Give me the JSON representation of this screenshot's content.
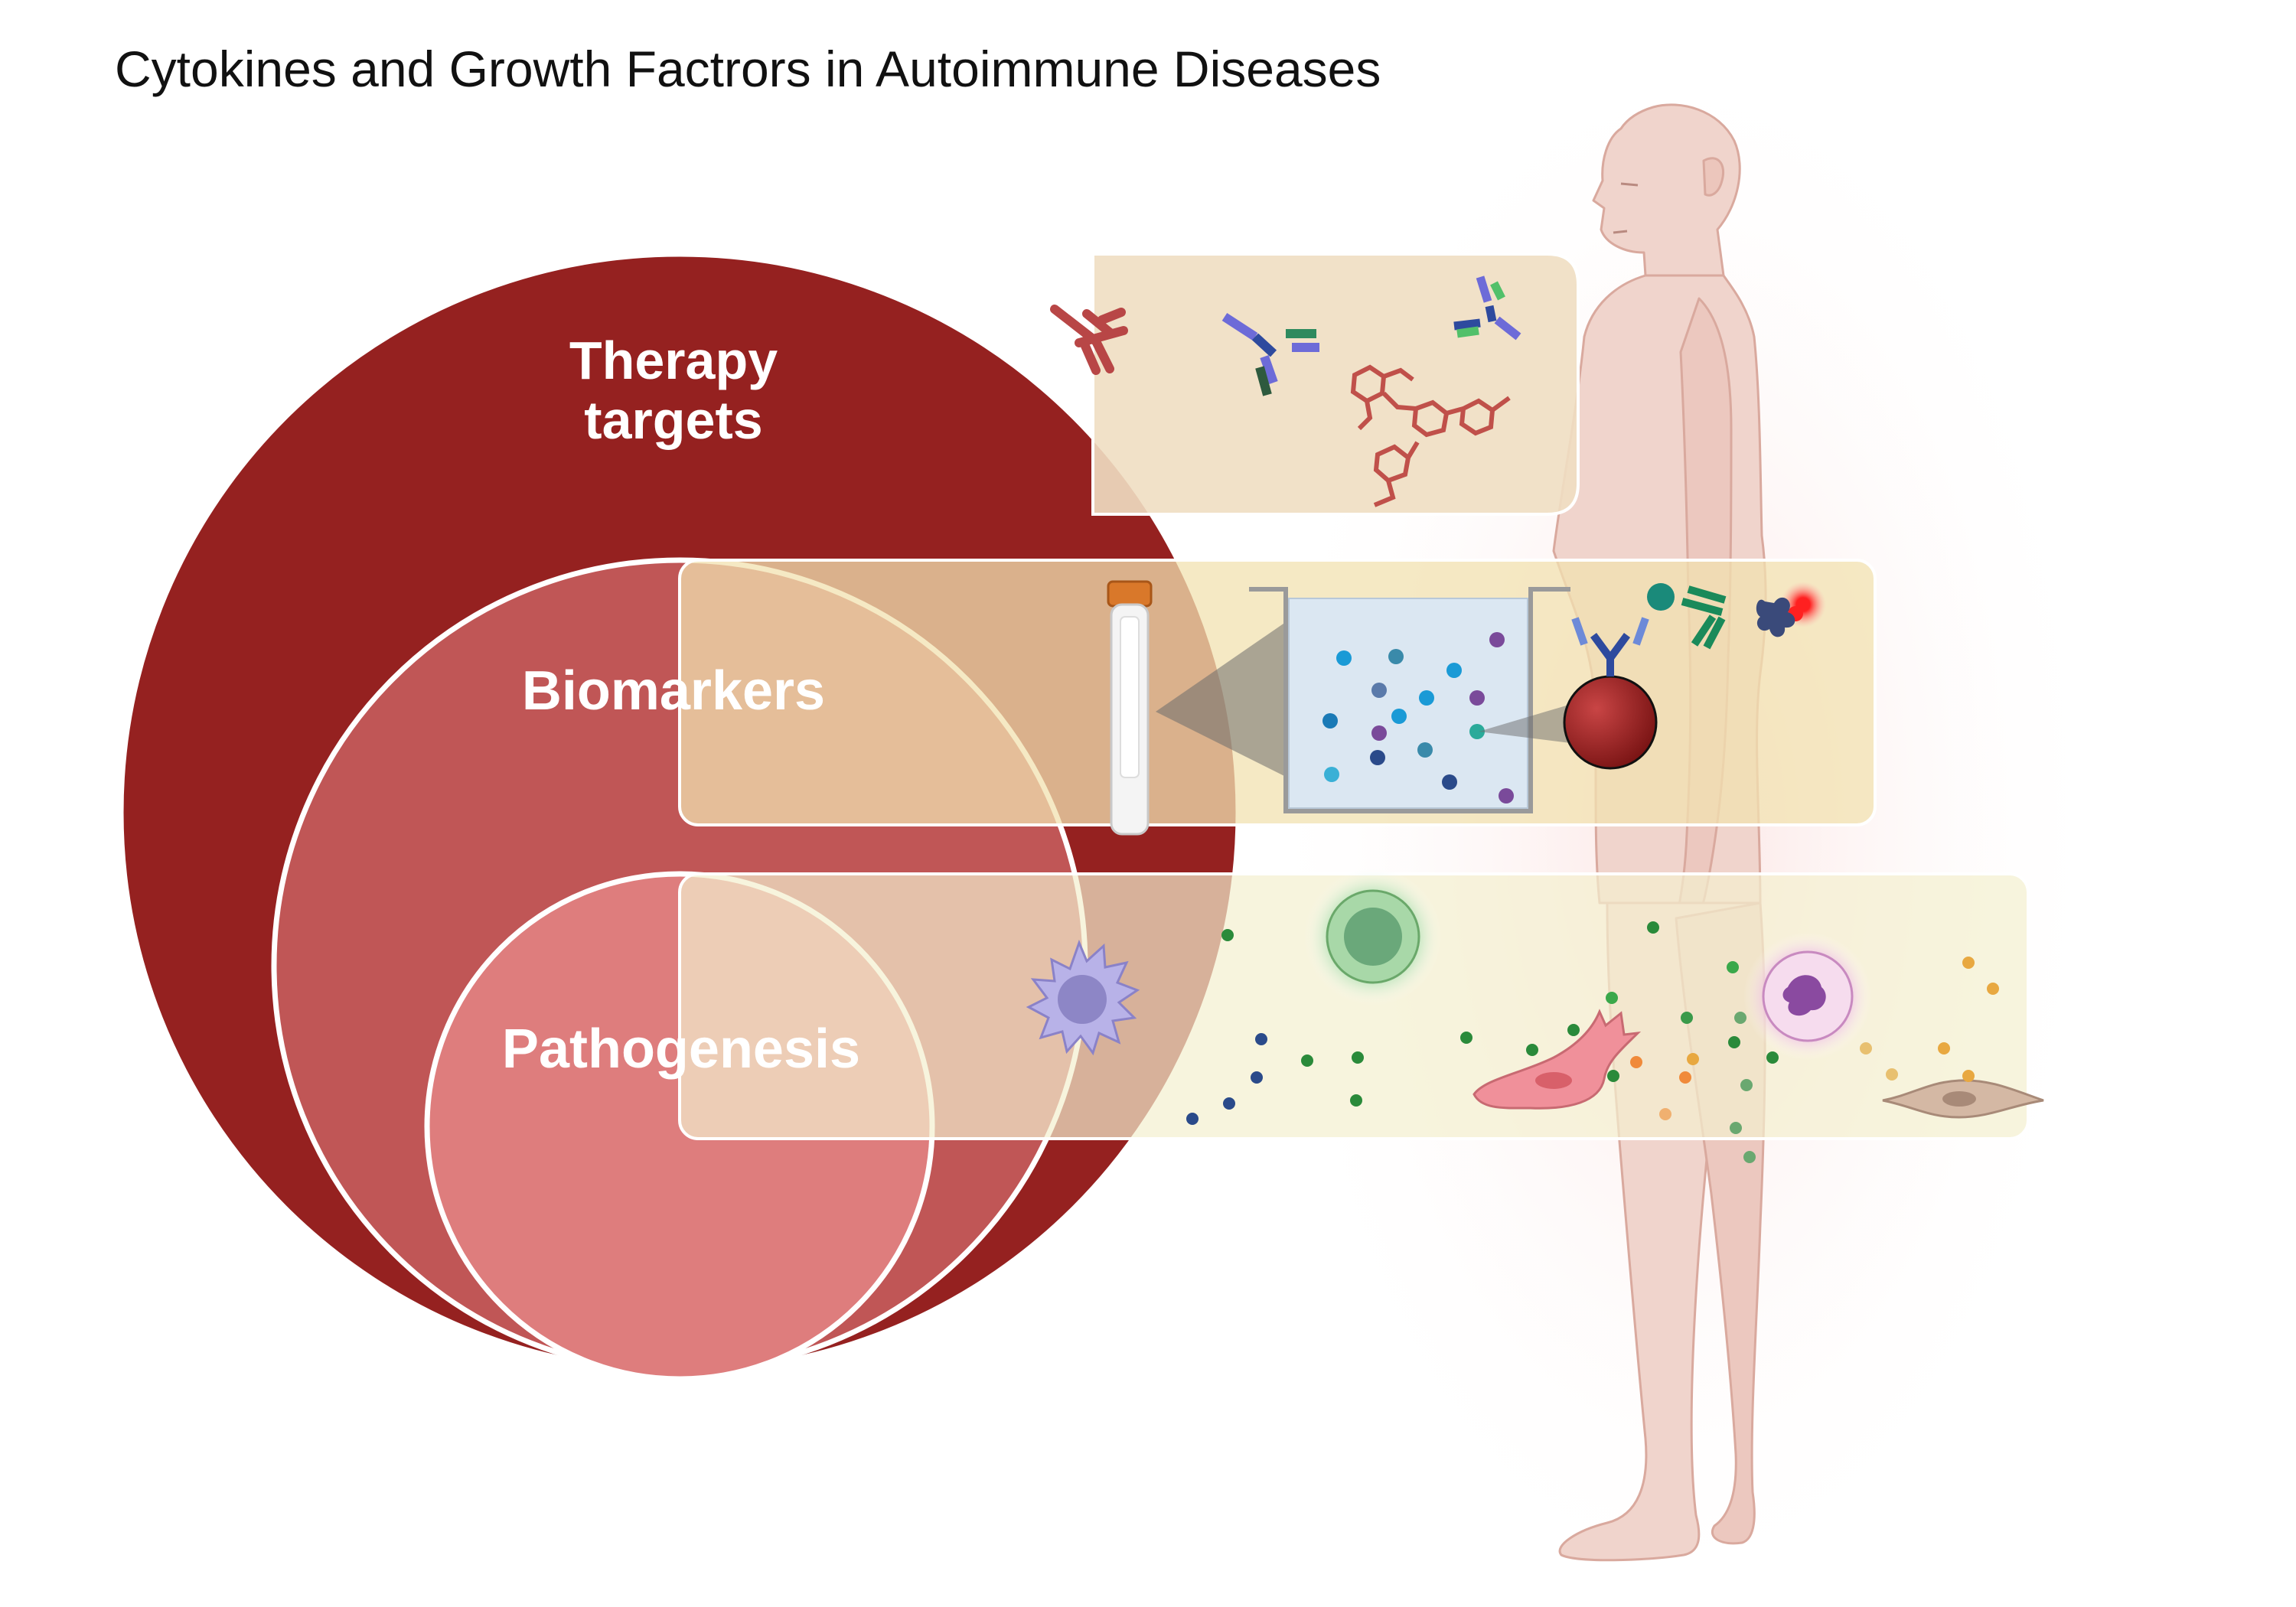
{
  "title": "Cytokines and Growth Factrors in Autoimmune Diseases",
  "circles": [
    {
      "id": "therapy",
      "label_line1": "Therapy",
      "label_line2": "targets",
      "color": "#952120"
    },
    {
      "id": "biomarkers",
      "label": "Biomarkers",
      "color": "#c05656"
    },
    {
      "id": "pathogenesis",
      "label": "Pathogenesis",
      "color": "#de7d7d"
    }
  ],
  "panels": {
    "therapy": {
      "items": [
        "antibody-icon",
        "bispecific-antibody-icon",
        "small-molecule-icon"
      ]
    },
    "biomarkers": {
      "items": [
        "blood-tube-icon",
        "sample-well-icon",
        "bead-immunoassay-icon"
      ]
    },
    "pathogenesis": {
      "items": [
        "dendritic-cell-icon",
        "lymphocyte-icon",
        "fibroblast-icon",
        "neutrophil-icon",
        "stromal-cell-icon"
      ]
    }
  },
  "colors": {
    "therapy_panel": "#f0dec2",
    "biomarkers_panel": "#f4e7b8",
    "pathogenesis_panel": "#f5f1d6",
    "skin": "#f0d4cc"
  }
}
